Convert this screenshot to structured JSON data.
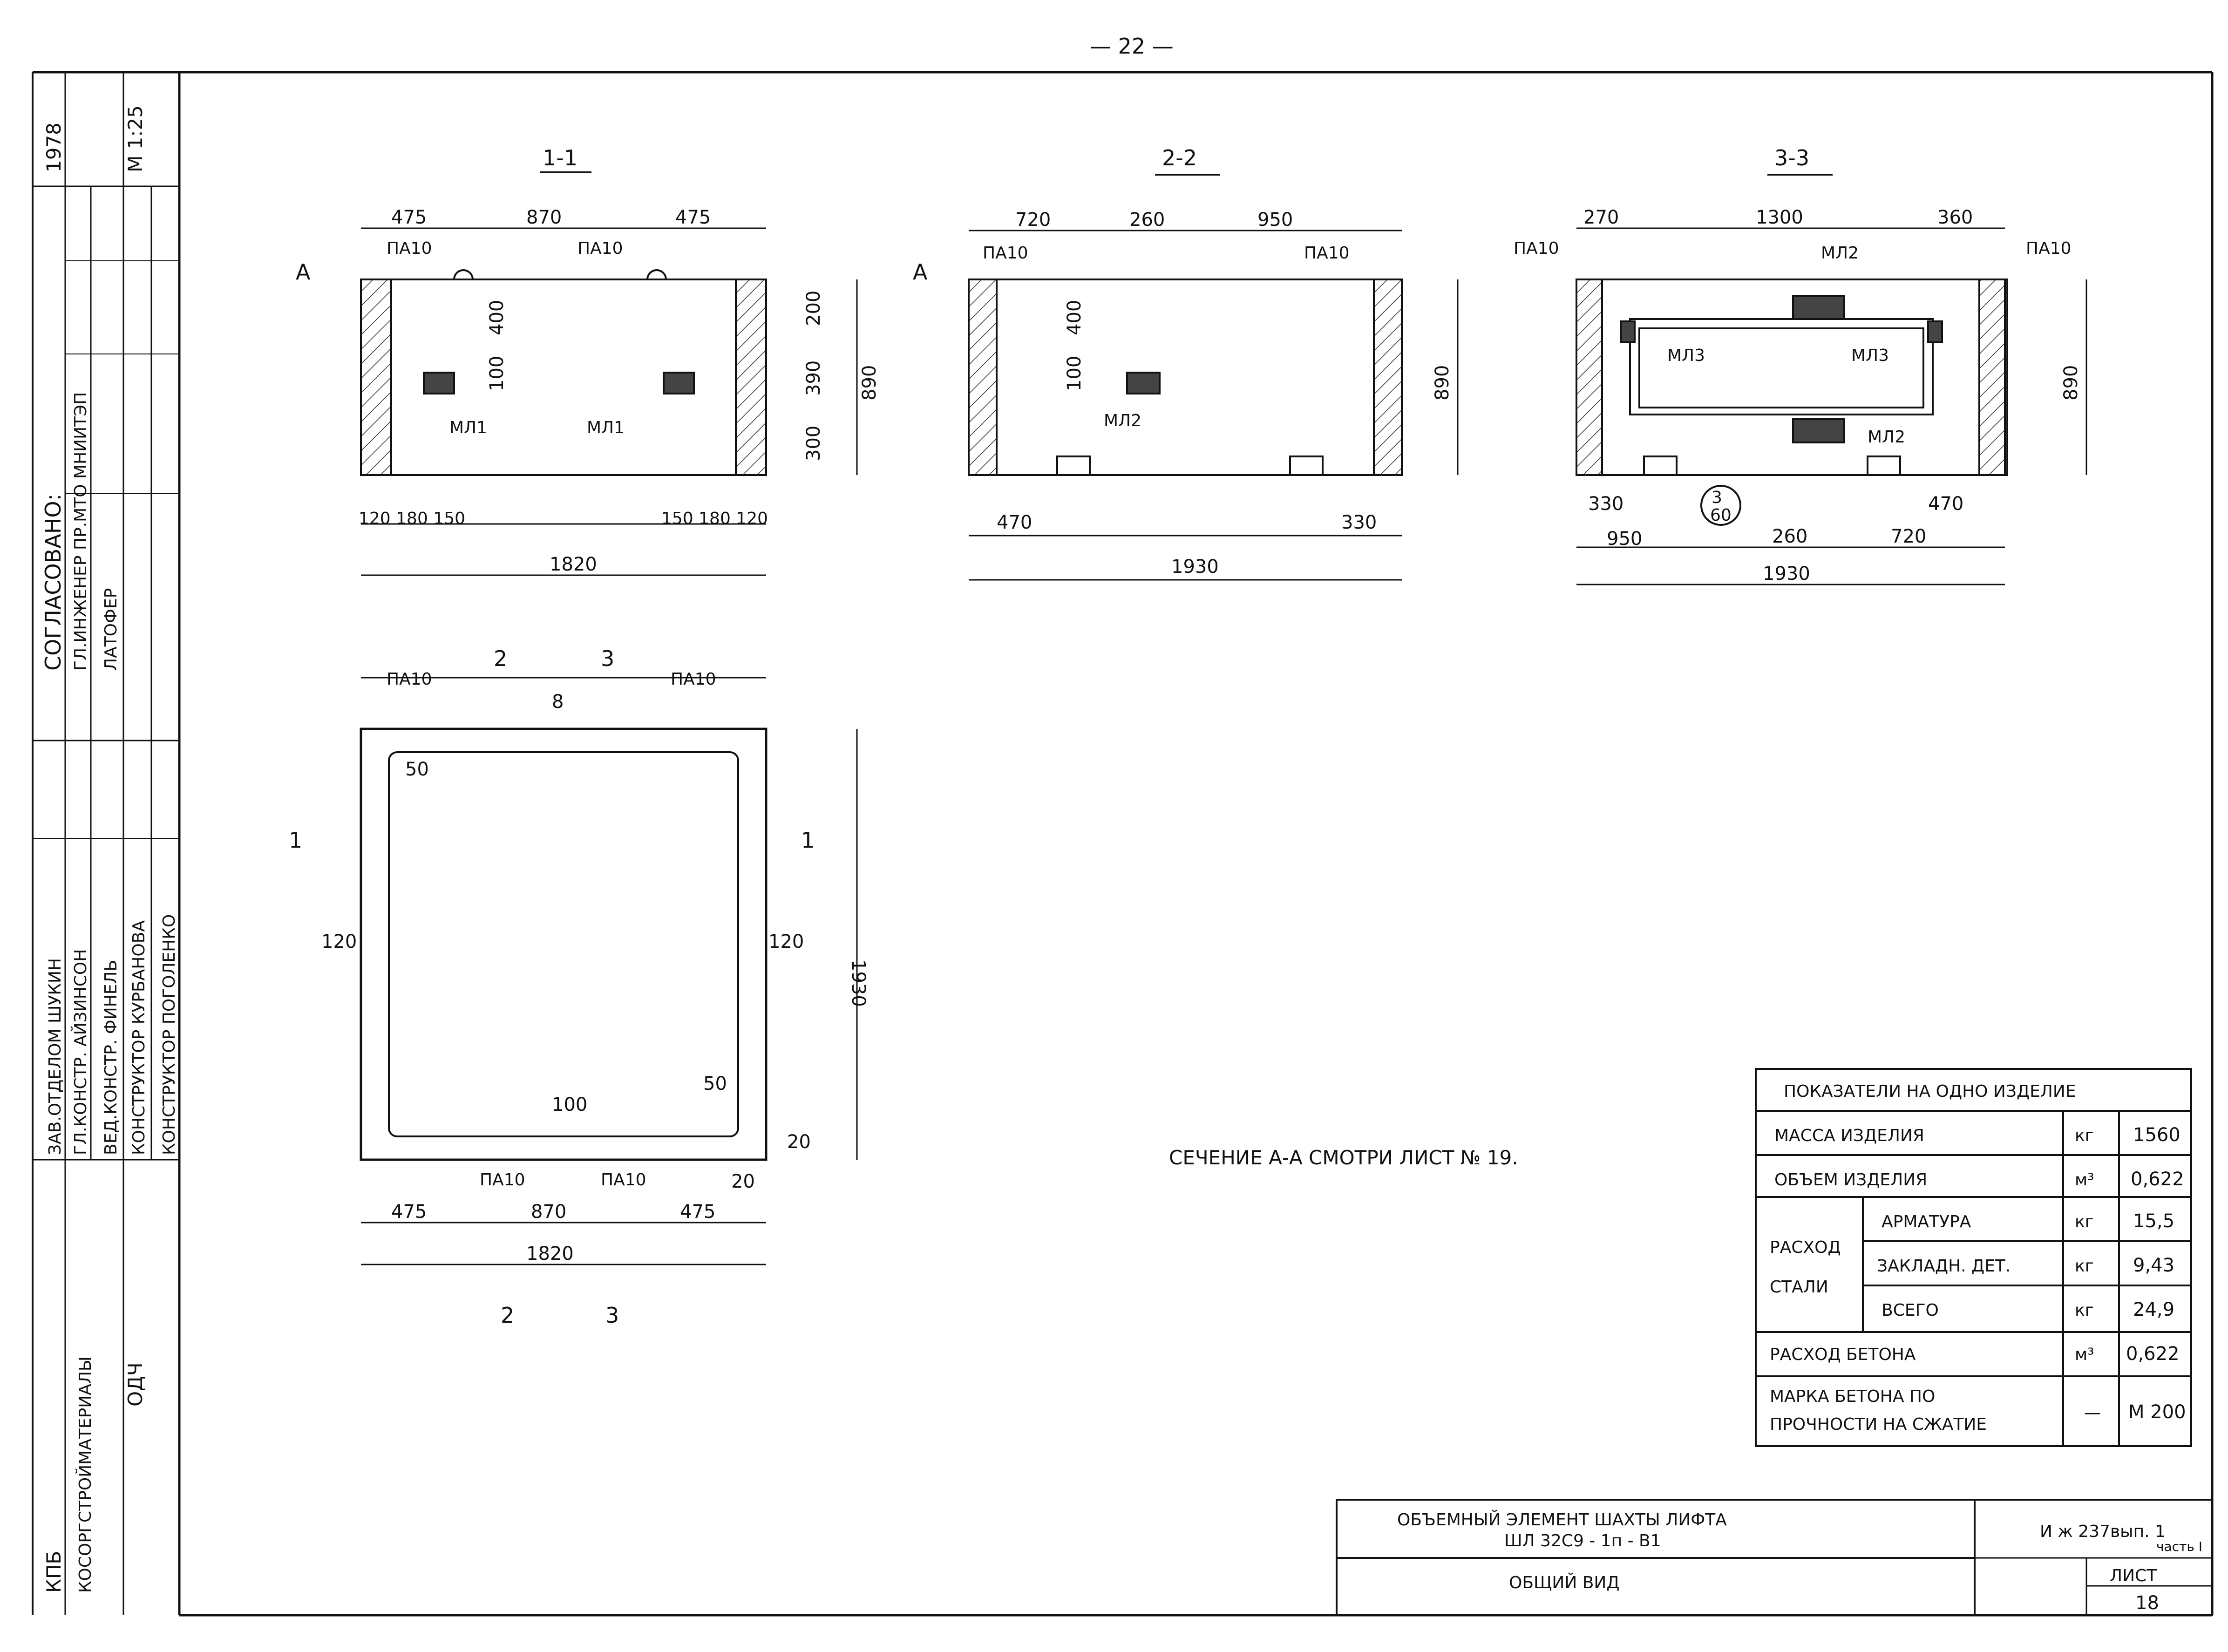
{
  "page_number": "— 22 —",
  "stamp": {
    "year": "1978",
    "scale": "М 1:25",
    "agreed": "СОГЛАСОВАНО:",
    "chief_engineer": "ГЛ.ИНЖЕНЕР ПР.МТО МНИИТЭП",
    "latofer": "ЛАТОФЕР",
    "rows": [
      "ЗАВ.ОТДЕЛОМ ШУКИН",
      "ГЛ.КОНСТР. АЙЗИНСОН",
      "ВЕД.КОНСТР. ФИНЕЛЬ",
      "КОНСТРУКТОР КУРБАНОВА",
      "КОНСТРУКТОР ПОГОЛЕНКО"
    ],
    "org1": "КПБ",
    "org2": "КОСОРГСТРОЙМАТЕРИАЛЫ",
    "code": "ОДЧ"
  },
  "sections": [
    {
      "title": "1-1",
      "top_dims": [
        "475",
        "870",
        "475"
      ],
      "callouts": [
        "ПА10",
        "ПА10",
        "МЛ1",
        "МЛ1"
      ],
      "bottom_dims_left": "120 180 150",
      "bottom_dims_right": "150 180 120",
      "overall": "1820",
      "side_dims": [
        "400",
        "100",
        "200",
        "390",
        "300"
      ],
      "height": "890",
      "cut_mark": "А"
    },
    {
      "title": "2-2",
      "top_dims": [
        "720",
        "260",
        "950"
      ],
      "callouts": [
        "ПА10",
        "ПА10",
        "МЛ2"
      ],
      "bottom_dims": [
        "470",
        "330"
      ],
      "overall": "1930",
      "side_dims": [
        "400",
        "100"
      ],
      "height": "890"
    },
    {
      "title": "3-3",
      "top_dims": [
        "270",
        "1300",
        "360"
      ],
      "callouts": [
        "ПА10",
        "ПА10",
        "МЛ2",
        "МЛ3",
        "МЛ3",
        "МЛ2"
      ],
      "circle_num": "3",
      "circle_size": "60",
      "bottom_dims": [
        "330",
        "470",
        "950",
        "260",
        "720"
      ],
      "overall": "1930",
      "height": "890"
    }
  ],
  "plan": {
    "callouts": [
      "ПА10",
      "ПА10",
      "ПА10",
      "ПА10"
    ],
    "cut_marks": [
      "2",
      "3",
      "1"
    ],
    "side_dims": [
      "120"
    ],
    "bottom_dims": [
      "475",
      "870",
      "475"
    ],
    "overall": "1820",
    "height": "1930",
    "thin_dims": [
      "8",
      "100",
      "50",
      "20"
    ]
  },
  "section_note": "СЕЧЕНИЕ А-А СМОТРИ ЛИСТ № 19.",
  "indicators": {
    "title": "ПОКАЗАТЕЛИ НА ОДНО ИЗДЕЛИЕ",
    "rows": [
      {
        "label": "МАССА ИЗДЕЛИЯ",
        "unit": "кг",
        "value": "1560"
      },
      {
        "label": "ОБЪЕМ ИЗДЕЛИЯ",
        "unit": "м³",
        "value": "0,622"
      },
      {
        "label": "РАСХОД БЕТОНА",
        "unit": "м³",
        "value": "0,622"
      }
    ],
    "steel_group": [
      "РАСХОД",
      "СТАЛИ"
    ],
    "steel_rows": [
      {
        "label": "АРМАТУРА",
        "unit": "кг",
        "value": "15,5"
      },
      {
        "label": "ЗАКЛАДН. ДЕТ.",
        "unit": "кг",
        "value": "9,43"
      },
      {
        "label": "ВСЕГО",
        "unit": "кг",
        "value": "24,9"
      }
    ],
    "grade": {
      "label1": "МАРКА БЕТОНА ПО",
      "label2": "ПРОЧНОСТИ НА СЖАТИЕ",
      "unit": "—",
      "value": "М 200"
    }
  },
  "title_block": {
    "product_name": "ОБЪЕМНЫЙ ЭЛЕМЕНТ ШАХТЫ ЛИФТА",
    "product_code": "ШЛ 32С9 - 1п - В1",
    "drawing_title": "ОБЩИЙ ВИД",
    "series": "И ж 237вып. 1",
    "series_part": "часть I",
    "sheet_label": "ЛИСТ",
    "sheet_number": "18"
  }
}
